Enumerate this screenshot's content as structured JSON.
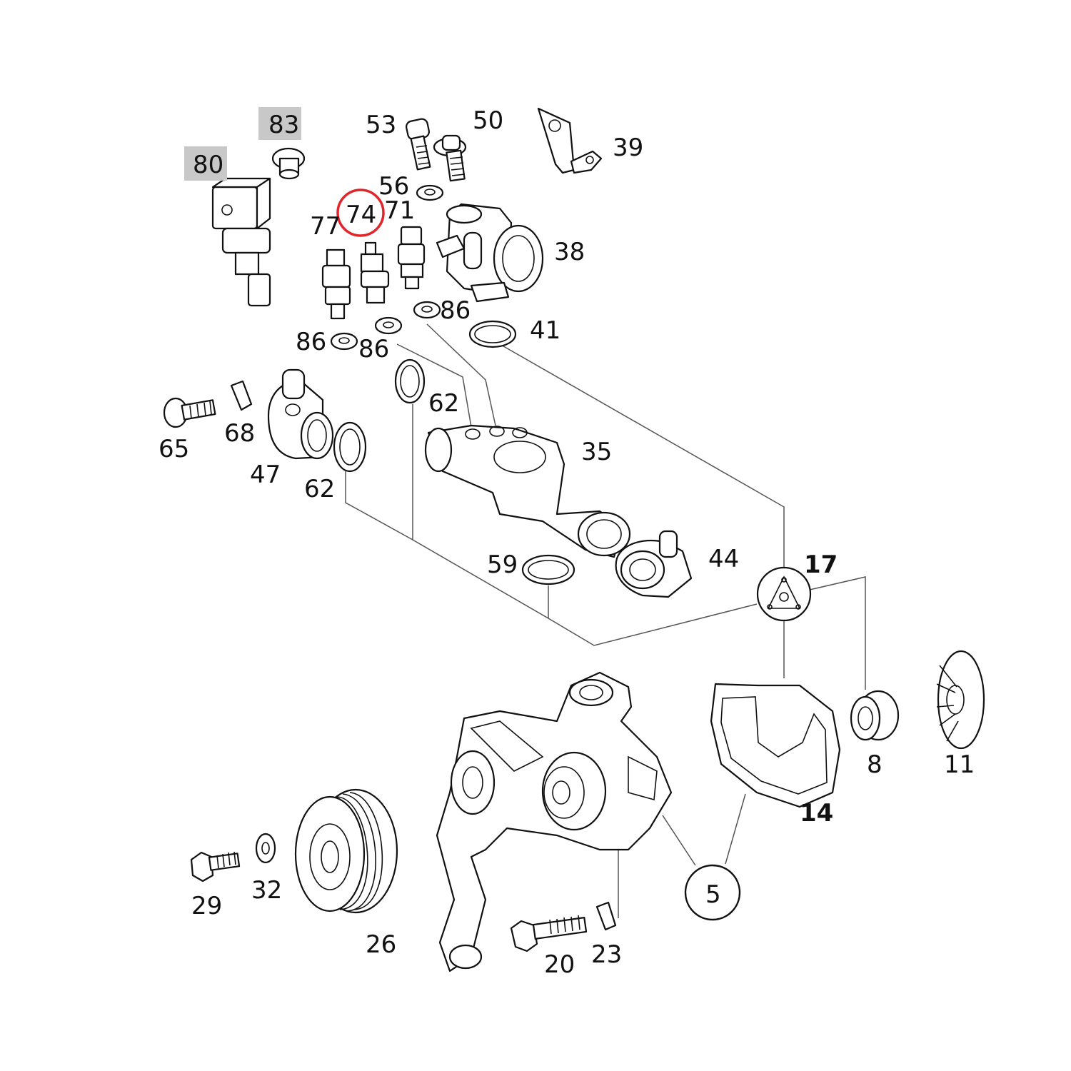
{
  "diagram": {
    "description_free": true,
    "highlight_color": "#e0262b",
    "shade_color": "#c8c8c8",
    "line_color": "#111111"
  },
  "labels": {
    "p83": "83",
    "p80": "80",
    "p53": "53",
    "p50": "50",
    "p39": "39",
    "p56": "56",
    "p74": "74",
    "p71": "71",
    "p77": "77",
    "p38": "38",
    "p86a": "86",
    "p41": "41",
    "p86b": "86",
    "p86c": "86",
    "p62a": "62",
    "p65": "65",
    "p68": "68",
    "p47": "47",
    "p62b": "62",
    "p35": "35",
    "p59": "59",
    "p44": "44",
    "p17": "17",
    "p8": "8",
    "p11": "11",
    "p14": "14",
    "p5": "5",
    "p29": "29",
    "p32": "32",
    "p26": "26",
    "p20": "20",
    "p23": "23"
  }
}
